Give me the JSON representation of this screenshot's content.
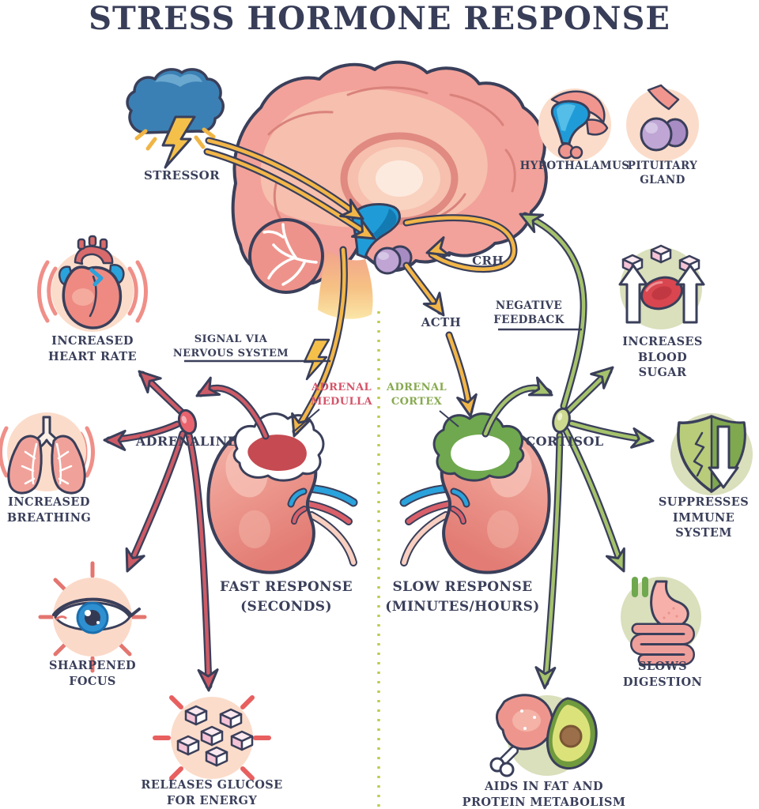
{
  "title": "STRESS HORMONE RESPONSE",
  "stressor": {
    "label": "STRESSOR",
    "icon": "storm-cloud-lightning"
  },
  "brain": {
    "insets": {
      "hypothalamus": "HYPOTHALAMUS",
      "pituitary": "PITUITARY\nGLAND"
    }
  },
  "pathway": {
    "crh": "CRH",
    "acth": "ACTH",
    "negative_feedback": "NEGATIVE\nFEEDBACK",
    "nervous_signal": "SIGNAL VIA\nNERVOUS SYSTEM",
    "adrenal_medulla": "ADRENAL\nMEDULLA",
    "adrenal_cortex": "ADRENAL\nCORTEX",
    "adrenaline": "ADRENALINE",
    "cortisol": "CORTISOL",
    "fast_response": "FAST RESPONSE\n(SECONDS)",
    "slow_response": "SLOW RESPONSE\n(MINUTES/HOURS)"
  },
  "effects_left": [
    {
      "label": "INCREASED\nHEART RATE",
      "icon": "heart"
    },
    {
      "label": "INCREASED\nBREATHING",
      "icon": "lungs"
    },
    {
      "label": "SHARPENED\nFOCUS",
      "icon": "eye"
    },
    {
      "label": "RELEASES GLUCOSE\nFOR ENERGY",
      "icon": "sugar-cubes"
    }
  ],
  "effects_right": [
    {
      "label": "INCREASES\nBLOOD SUGAR",
      "icon": "blood-cell-sugar"
    },
    {
      "label": "SUPPRESSES\nIMMUNE SYSTEM",
      "icon": "cracked-shield"
    },
    {
      "label": "SLOWS\nDIGESTION",
      "icon": "stomach-intestines"
    },
    {
      "label": "AIDS IN FAT AND\nPROTEIN METABOLISM",
      "icon": "drumstick-avocado"
    }
  ],
  "colors": {
    "ink": "#3a3f5a",
    "stress_yellow": "#f2b648",
    "adrenaline_red": "#cd5b66",
    "cortisol_green": "#a5c26c",
    "medulla_label_red": "#d4556a",
    "cortex_label_green": "#87a94f",
    "pink_circle_bg": "#fbdcca",
    "sage_circle_bg": "#dadfbc"
  }
}
